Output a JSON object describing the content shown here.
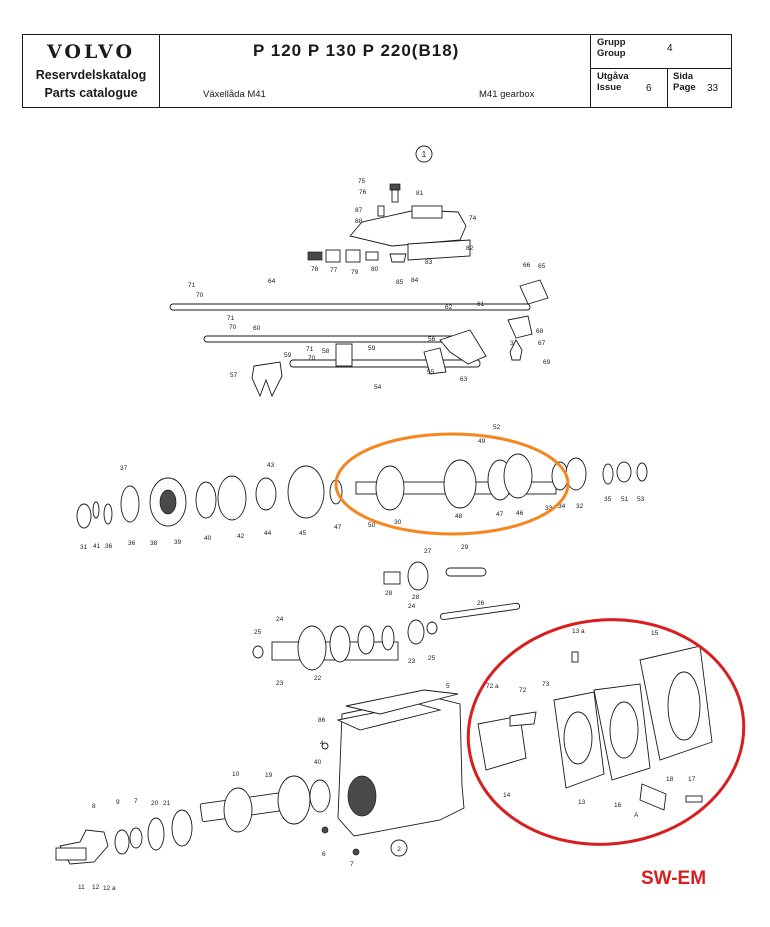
{
  "header": {
    "brand": "VOLVO",
    "catalog_sv": "Reservdelskatalog",
    "catalog_en": "Parts catalogue",
    "models": "P 120  P 130  P 220(B18)",
    "subtitle_sv": "Växellåda M41",
    "subtitle_en": "M41 gearbox",
    "group_label_sv": "Grupp",
    "group_label_en": "Group",
    "group_value": "4",
    "issue_label_sv": "Utgåva",
    "issue_label_en": "Issue",
    "issue_value": "6",
    "page_label_sv": "Sida",
    "page_label_en": "Page",
    "page_value": "33"
  },
  "diagram": {
    "figure_number": "1",
    "callout_a": "A",
    "figure_2": "2",
    "labels": {
      "l75": "75",
      "l76": "76",
      "l81": "81",
      "l87": "87",
      "l88": "88",
      "l74": "74",
      "l82": "82",
      "l78": "78",
      "l77": "77",
      "l79": "79",
      "l80": "80",
      "l83": "83",
      "l85": "85",
      "l84": "84",
      "l71a": "71",
      "l70a": "70",
      "l64": "64",
      "l66": "66",
      "l65": "65",
      "l62": "62",
      "l61": "61",
      "l71b": "71",
      "l70b": "70",
      "l60": "60",
      "l68": "68",
      "l67": "67",
      "l3": "3",
      "l69": "69",
      "l71c": "71",
      "l70c": "70",
      "l58": "58",
      "l59a": "59",
      "l59b": "59",
      "l56": "56",
      "l57": "57",
      "l55": "55",
      "l63": "63",
      "l54": "54",
      "l37": "37",
      "l43": "43",
      "l31": "31",
      "l41": "41",
      "l36": "36",
      "l38": "38",
      "l39": "39",
      "l40": "40",
      "l42": "42",
      "l44": "44",
      "l45": "45",
      "l47a": "47",
      "l50": "50",
      "l30": "30",
      "l48": "48",
      "l49": "49",
      "l52": "52",
      "l47b": "47",
      "l46": "46",
      "l34": "34",
      "l32": "32",
      "l35": "35",
      "l51": "51",
      "l53": "53",
      "l33": "33",
      "l27": "27",
      "l28": "28",
      "l29": "29",
      "l24a": "24",
      "l24b": "24",
      "l25a": "25",
      "l25b": "25",
      "l23a": "23",
      "l23b": "23",
      "l22": "22",
      "l26": "26",
      "l13a": "13 a",
      "l15": "15",
      "l5": "5",
      "l72a": "72 a",
      "l72": "72",
      "l73": "73",
      "l86": "86",
      "l4": "4",
      "l14": "14",
      "l13": "13",
      "l16": "16",
      "l18": "18",
      "l17": "17",
      "l40b": "40",
      "l10": "10",
      "l19": "19",
      "l8": "8",
      "l9": "9",
      "l7": "7",
      "l11": "11",
      "l12": "12",
      "l12a": "12 a",
      "l6": "6",
      "l20": "20",
      "l21": "21"
    }
  },
  "annotation": {
    "watermark": "SW-EM",
    "orange_circle_color": "#f5861f",
    "red_circle_color": "#d81e1e"
  }
}
